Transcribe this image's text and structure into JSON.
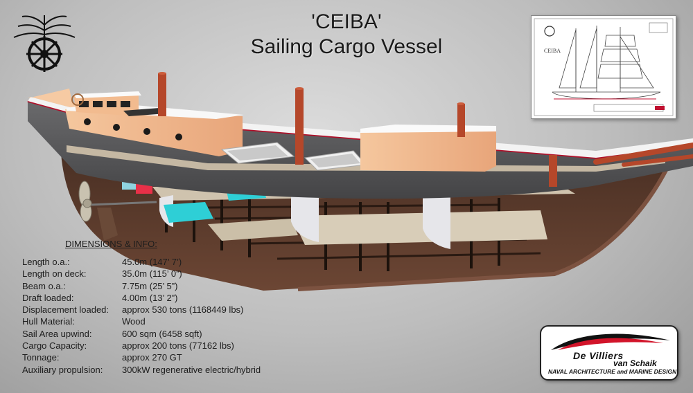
{
  "title": {
    "line1": "'CEIBA'",
    "line2": "Sailing Cargo Vessel"
  },
  "blueprint": {
    "label": "CEIBA"
  },
  "specs": {
    "heading": "DIMENSIONS & INFO:",
    "rows": [
      {
        "label": "Length o.a.:",
        "value": "45.0m  (147’ 7’)"
      },
      {
        "label": "Length on deck:",
        "value": "35.0m  (115’ 0”)"
      },
      {
        "label": "Beam o.a.:",
        "value": "7.75m  (25’ 5”)"
      },
      {
        "label": "Draft loaded:",
        "value": "4.00m  (13’ 2”)"
      },
      {
        "label": "Displacement loaded:",
        "value": "approx 530 tons (1168449 lbs)"
      },
      {
        "label": "Hull Material:",
        "value": "Wood"
      },
      {
        "label": "Sail Area upwind:",
        "value": "600 sqm  (6458 sqft)"
      },
      {
        "label": "Cargo Capacity:",
        "value": "approx 200 tons (77162 lbs)"
      },
      {
        "label": "Tonnage:",
        "value": "approx 270 GT"
      },
      {
        "label": "Auxiliary propulsion:",
        "value": "300kW regenerative electric/hybrid"
      }
    ]
  },
  "brand": {
    "line1": "De Villiers",
    "line2": "van Schaik",
    "tagline": "NAVAL ARCHITECTURE and MARINE DESIGN"
  },
  "colors": {
    "hull": "#5e5e60",
    "sheer_stripe": "#b0102a",
    "timber": "#f0b88a",
    "mast": "#b5472a",
    "cargo_blue": "#3fd2d6",
    "interior": "#5a3a2a"
  }
}
